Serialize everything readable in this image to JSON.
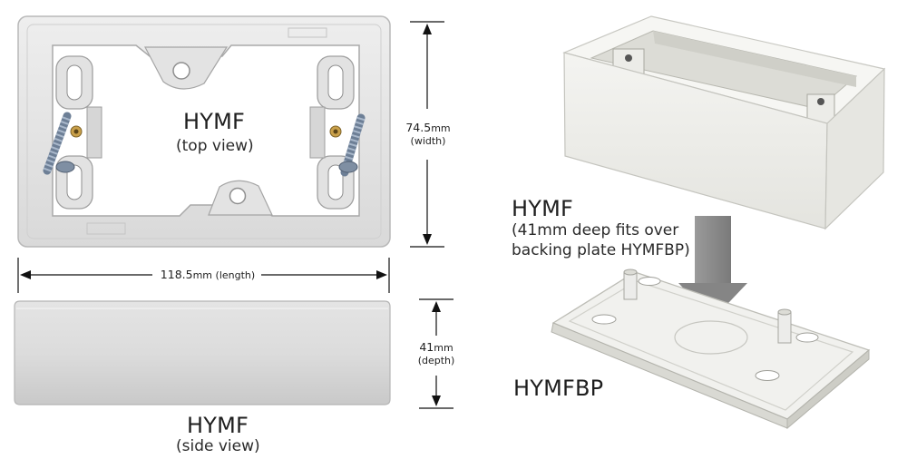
{
  "top_view": {
    "name": "HYMF",
    "caption": "(top view)"
  },
  "side_view": {
    "name": "HYMF",
    "caption": "(side view)"
  },
  "width_dim": {
    "value": "74.5",
    "unit": "mm",
    "label": "(width)"
  },
  "length_dim": {
    "value": "118.5",
    "unit": "mm",
    "label": "(length)"
  },
  "depth_dim": {
    "value": "41",
    "unit": "mm",
    "label": "(depth)"
  },
  "assembly": {
    "box_name": "HYMF",
    "box_desc_line1": "(41mm deep fits over",
    "box_desc_line2": "backing plate HYMFBP)",
    "plate_name": "HYMFBP"
  },
  "colors": {
    "plastic": "#e9e9e9",
    "plastic_shade": "#cfcfcf",
    "arrow": "#8c8c8c",
    "dim_line": "#111111"
  }
}
